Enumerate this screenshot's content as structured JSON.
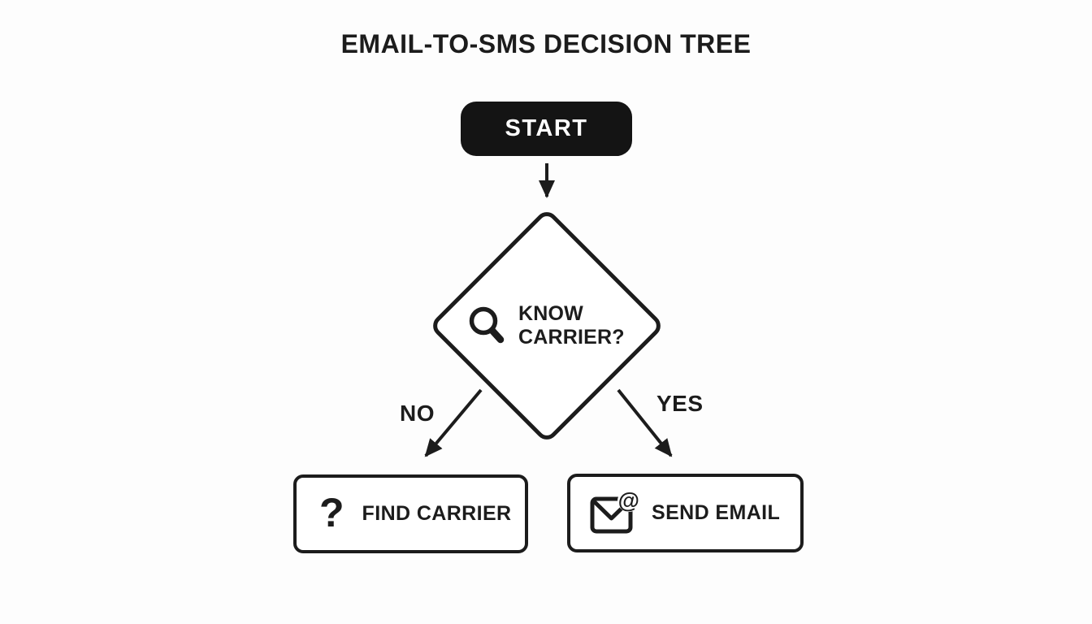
{
  "title": "EMAIL-TO-SMS DECISION TREE",
  "flow": {
    "start": {
      "label": "START"
    },
    "decision": {
      "label": "KNOW CARRIER?",
      "icon": "magnifier-icon"
    },
    "edges": {
      "no_label": "NO",
      "yes_label": "YES"
    },
    "outcomes": [
      {
        "id": "find-carrier",
        "label": "FIND CARRIER",
        "icon": "question-mark-icon",
        "icon_glyph": "?"
      },
      {
        "id": "send-email",
        "label": "SEND EMAIL",
        "icon": "envelope-at-icon",
        "icon_glyph": "@"
      }
    ]
  },
  "colors": {
    "background": "#fdfdfd",
    "ink": "#1c1c1c",
    "start-fill": "#141414",
    "start-text": "#ffffff",
    "node-fill": "#ffffff"
  }
}
